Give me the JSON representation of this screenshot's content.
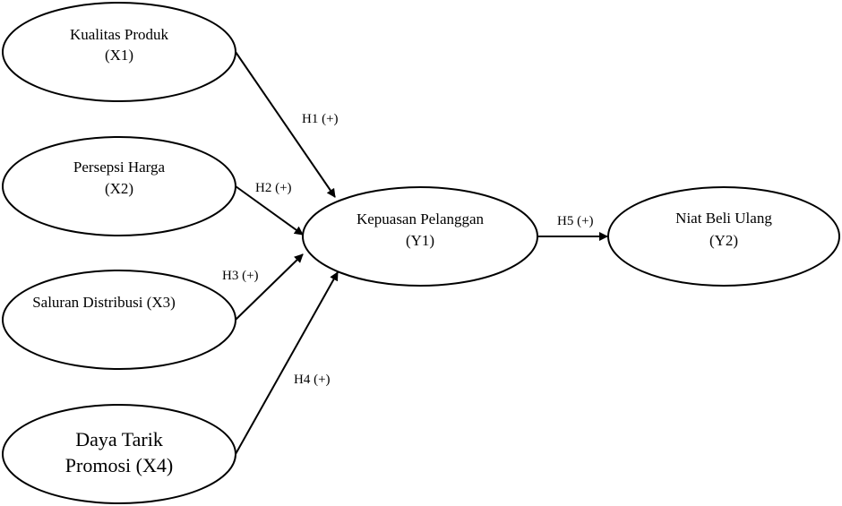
{
  "diagram": {
    "nodes": {
      "x1": {
        "line1": "Kualitas Produk",
        "line2": "(X1)"
      },
      "x2": {
        "line1": "Persepsi Harga",
        "line2": "(X2)"
      },
      "x3": {
        "line1": "Saluran Distribusi (X3)"
      },
      "x4": {
        "line1": "Daya Tarik",
        "line2": "Promosi (X4)"
      },
      "y1": {
        "line1": "Kepuasan Pelanggan",
        "line2": "(Y1)"
      },
      "y2": {
        "line1": "Niat Beli Ulang",
        "line2": "(Y2)"
      }
    },
    "edges": {
      "h1": "H1 (+)",
      "h2": "H2 (+)",
      "h3": "H3 (+)",
      "h4": "H4 (+)",
      "h5": "H5 (+)"
    }
  }
}
